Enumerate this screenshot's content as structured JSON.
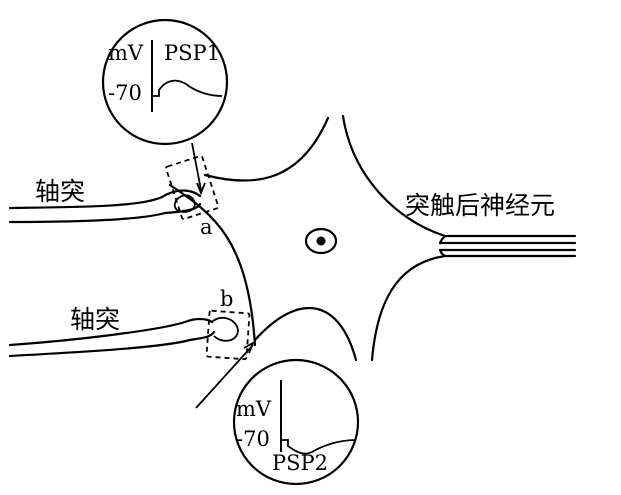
{
  "labels": {
    "axon_top": "轴突",
    "axon_bottom": "轴突",
    "postsynaptic_neuron": "突触后神经元",
    "synapse_a": "a",
    "synapse_b": "b"
  },
  "inset_top": {
    "unit": "mV",
    "title": "PSP1",
    "resting": "-70"
  },
  "inset_bottom": {
    "unit": "mV",
    "title": "PSP2",
    "resting": "-70"
  }
}
